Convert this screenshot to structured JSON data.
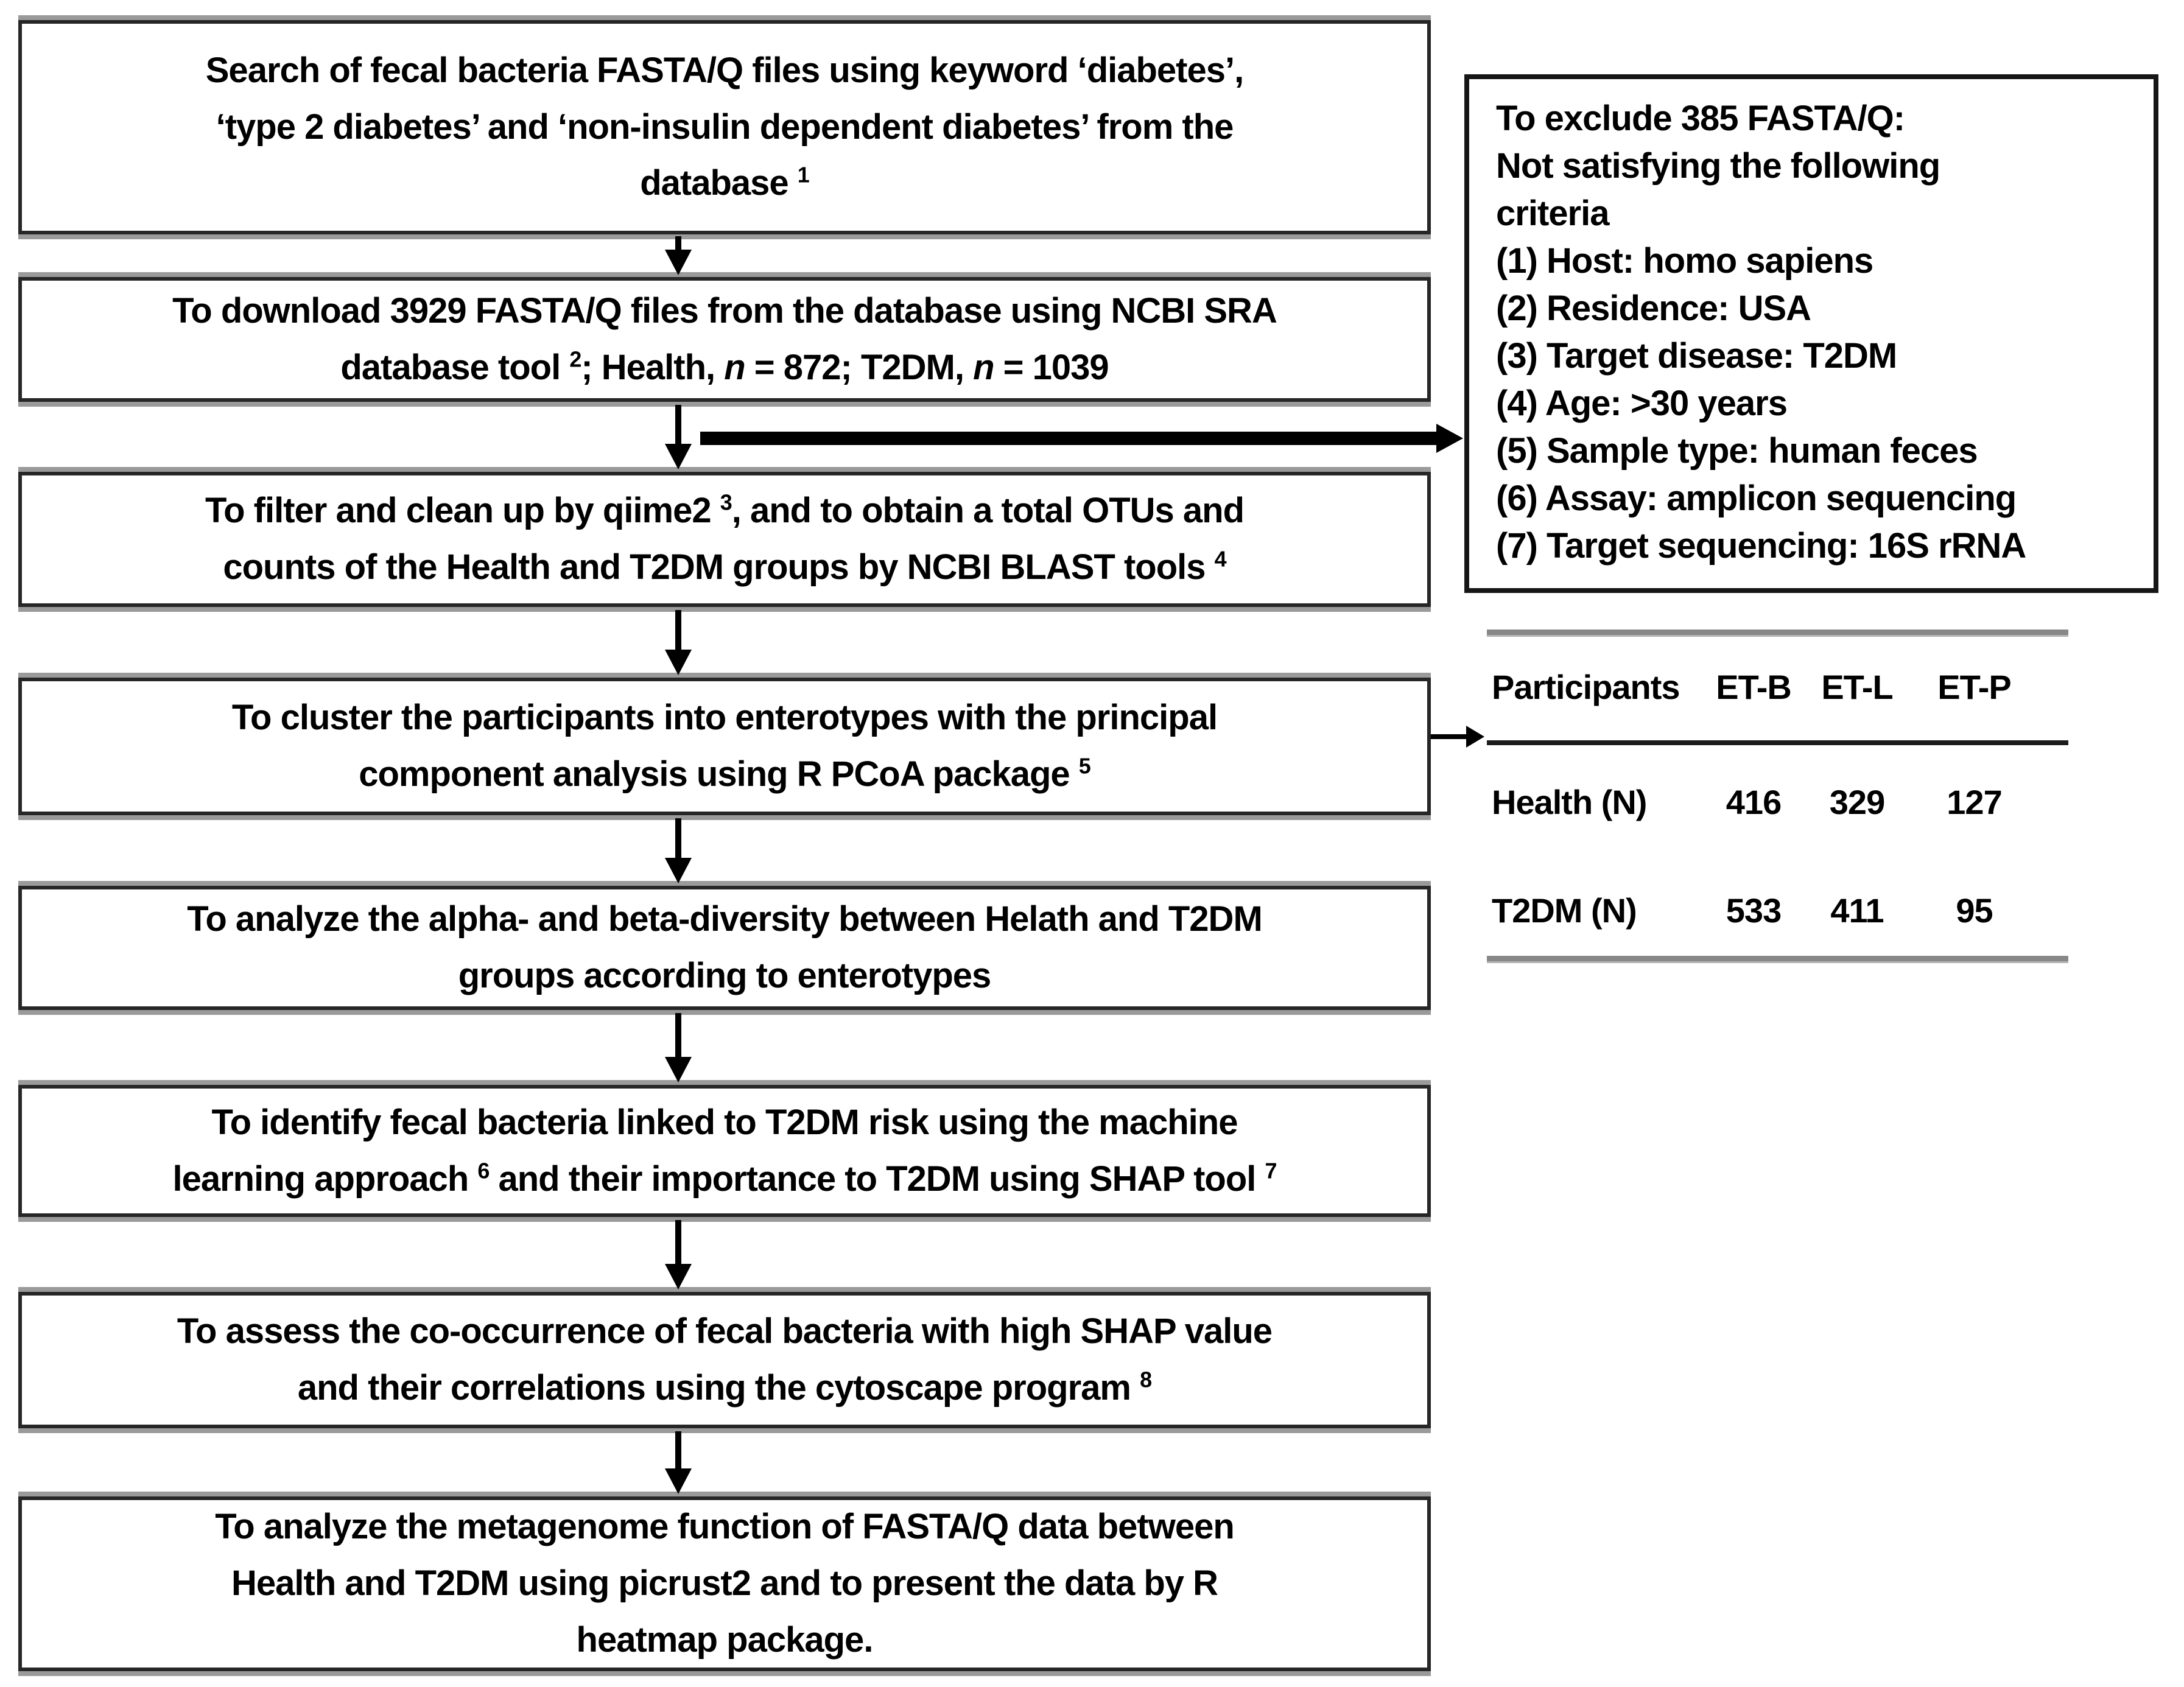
{
  "figure": {
    "colors": {
      "background": "#ffffff",
      "box_border": "#262626",
      "box_bevel_gray": "#9a9a9a",
      "exclusion_border": "#161616",
      "arrow": "#000000",
      "table_rule_gray": "#888888",
      "table_rule_dark": "#1c1c1c",
      "text": "#000000"
    },
    "flow_boxes": [
      {
        "name": "search-database",
        "segments": [
          {
            "t": "Search of fecal bacteria FASTA/Q files using keyword ‘diabetes’,"
          },
          {
            "br": true
          },
          {
            "t": "‘type 2 diabetes’ and ‘non-insulin dependent diabetes’ from the"
          },
          {
            "br": true
          },
          {
            "t": "database "
          },
          {
            "t": "1",
            "sup": true
          }
        ]
      },
      {
        "name": "download-files",
        "segments": [
          {
            "t": "To download 3929 FASTA/Q files from the database using NCBI SRA"
          },
          {
            "br": true
          },
          {
            "t": "database tool "
          },
          {
            "t": "2",
            "sup": true
          },
          {
            "t": "; Health, "
          },
          {
            "t": "n",
            "i": true
          },
          {
            "t": " = 872; T2DM, "
          },
          {
            "t": "n",
            "i": true
          },
          {
            "t": " = 1039"
          }
        ]
      },
      {
        "name": "filter-clean",
        "segments": [
          {
            "t": "To filter and clean up by qiime2 "
          },
          {
            "t": "3",
            "sup": true
          },
          {
            "t": ", and to obtain a total OTUs and"
          },
          {
            "br": true
          },
          {
            "t": "counts of the Health and T2DM groups by NCBI BLAST tools "
          },
          {
            "t": "4",
            "sup": true
          }
        ]
      },
      {
        "name": "cluster-enterotypes",
        "segments": [
          {
            "t": "To cluster the participants into enterotypes with the principal"
          },
          {
            "br": true
          },
          {
            "t": "component analysis using R PCoA package "
          },
          {
            "t": "5",
            "sup": true
          }
        ]
      },
      {
        "name": "diversity-analysis",
        "segments": [
          {
            "t": "To analyze the alpha- and beta-diversity between Helath and T2DM"
          },
          {
            "br": true
          },
          {
            "t": "groups according to enterotypes"
          }
        ]
      },
      {
        "name": "machine-learning",
        "segments": [
          {
            "t": "To identify fecal bacteria linked to T2DM risk using the machine"
          },
          {
            "br": true
          },
          {
            "t": "learning approach "
          },
          {
            "t": "6",
            "sup": true
          },
          {
            "t": " and their importance to T2DM using SHAP tool "
          },
          {
            "t": "7",
            "sup": true
          }
        ]
      },
      {
        "name": "co-occurrence",
        "segments": [
          {
            "t": "To assess the co-occurrence of fecal bacteria with high SHAP value"
          },
          {
            "br": true
          },
          {
            "t": "and their correlations using the cytoscape program "
          },
          {
            "t": "8",
            "sup": true
          }
        ]
      },
      {
        "name": "metagenome-function",
        "segments": [
          {
            "t": "To analyze the metagenome function of FASTA/Q data between"
          },
          {
            "br": true
          },
          {
            "t": "Health and T2DM using picrust2 and to present the data by R"
          },
          {
            "br": true
          },
          {
            "t": "heatmap package."
          }
        ]
      }
    ],
    "exclusion": {
      "lines": [
        "To exclude 385 FASTA/Q:",
        "Not satisfying the following",
        "criteria",
        "(1) Host: homo sapiens",
        "(2) Residence: USA",
        "(3) Target disease: T2DM",
        "(4) Age: >30 years",
        "(5) Sample type: human feces",
        "(6) Assay: amplicon sequencing",
        "(7) Target sequencing: 16S rRNA"
      ]
    },
    "table": {
      "headers": [
        "Participants",
        "ET-B",
        "ET-L",
        "ET-P"
      ],
      "rows": [
        {
          "label": "Health (N)",
          "values": [
            "416",
            "329",
            "127"
          ]
        },
        {
          "label": "T2DM (N)",
          "values": [
            "533",
            "411",
            "95"
          ]
        }
      ]
    }
  }
}
